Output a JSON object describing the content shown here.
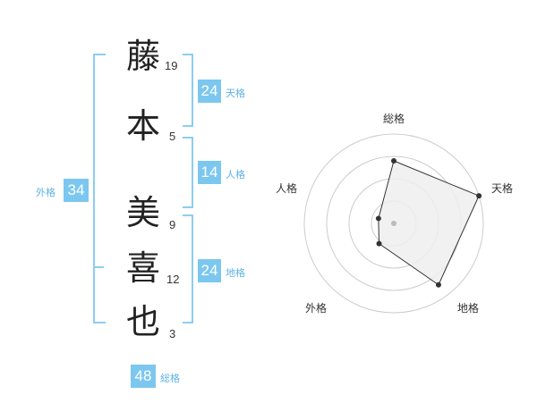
{
  "name": {
    "chars": [
      {
        "char": "藤",
        "strokes": "19"
      },
      {
        "char": "本",
        "strokes": "5"
      },
      {
        "char": "美",
        "strokes": "9"
      },
      {
        "char": "喜",
        "strokes": "12"
      },
      {
        "char": "也",
        "strokes": "3"
      }
    ]
  },
  "grids": {
    "tenkaku": {
      "value": "24",
      "label": "天格"
    },
    "jinkaku": {
      "value": "14",
      "label": "人格"
    },
    "chikaku": {
      "value": "24",
      "label": "地格"
    },
    "gaikaku": {
      "value": "34",
      "label": "外格"
    },
    "soukaku": {
      "value": "48",
      "label": "総格"
    }
  },
  "chart_data": {
    "type": "radar",
    "axes": [
      "総格",
      "天格",
      "地格",
      "外格",
      "人格"
    ],
    "values": [
      0.7,
      1.0,
      0.85,
      0.28,
      0.18
    ],
    "range": [
      0,
      1
    ],
    "rings": 4,
    "colors": {
      "fill": "#eeeeee",
      "stroke": "#333333",
      "grid": "#cccccc",
      "point": "#333333"
    }
  }
}
